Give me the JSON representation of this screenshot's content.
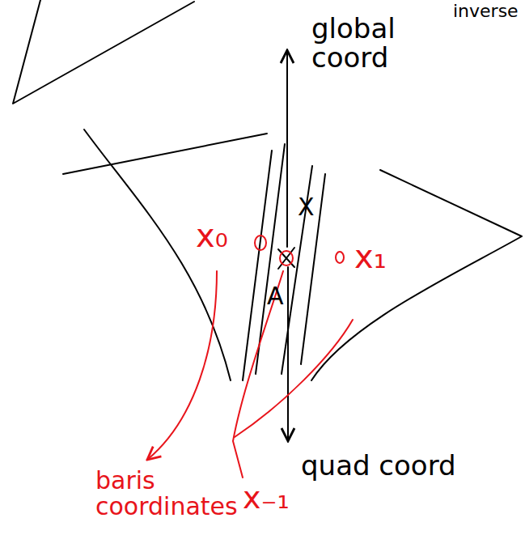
{
  "diagram": {
    "labels": [
      "inverse",
      "global coord",
      "X",
      "x₀",
      "x₁",
      "A",
      "quad coord",
      "baris coordinates",
      "x₋₁"
    ]
  }
}
